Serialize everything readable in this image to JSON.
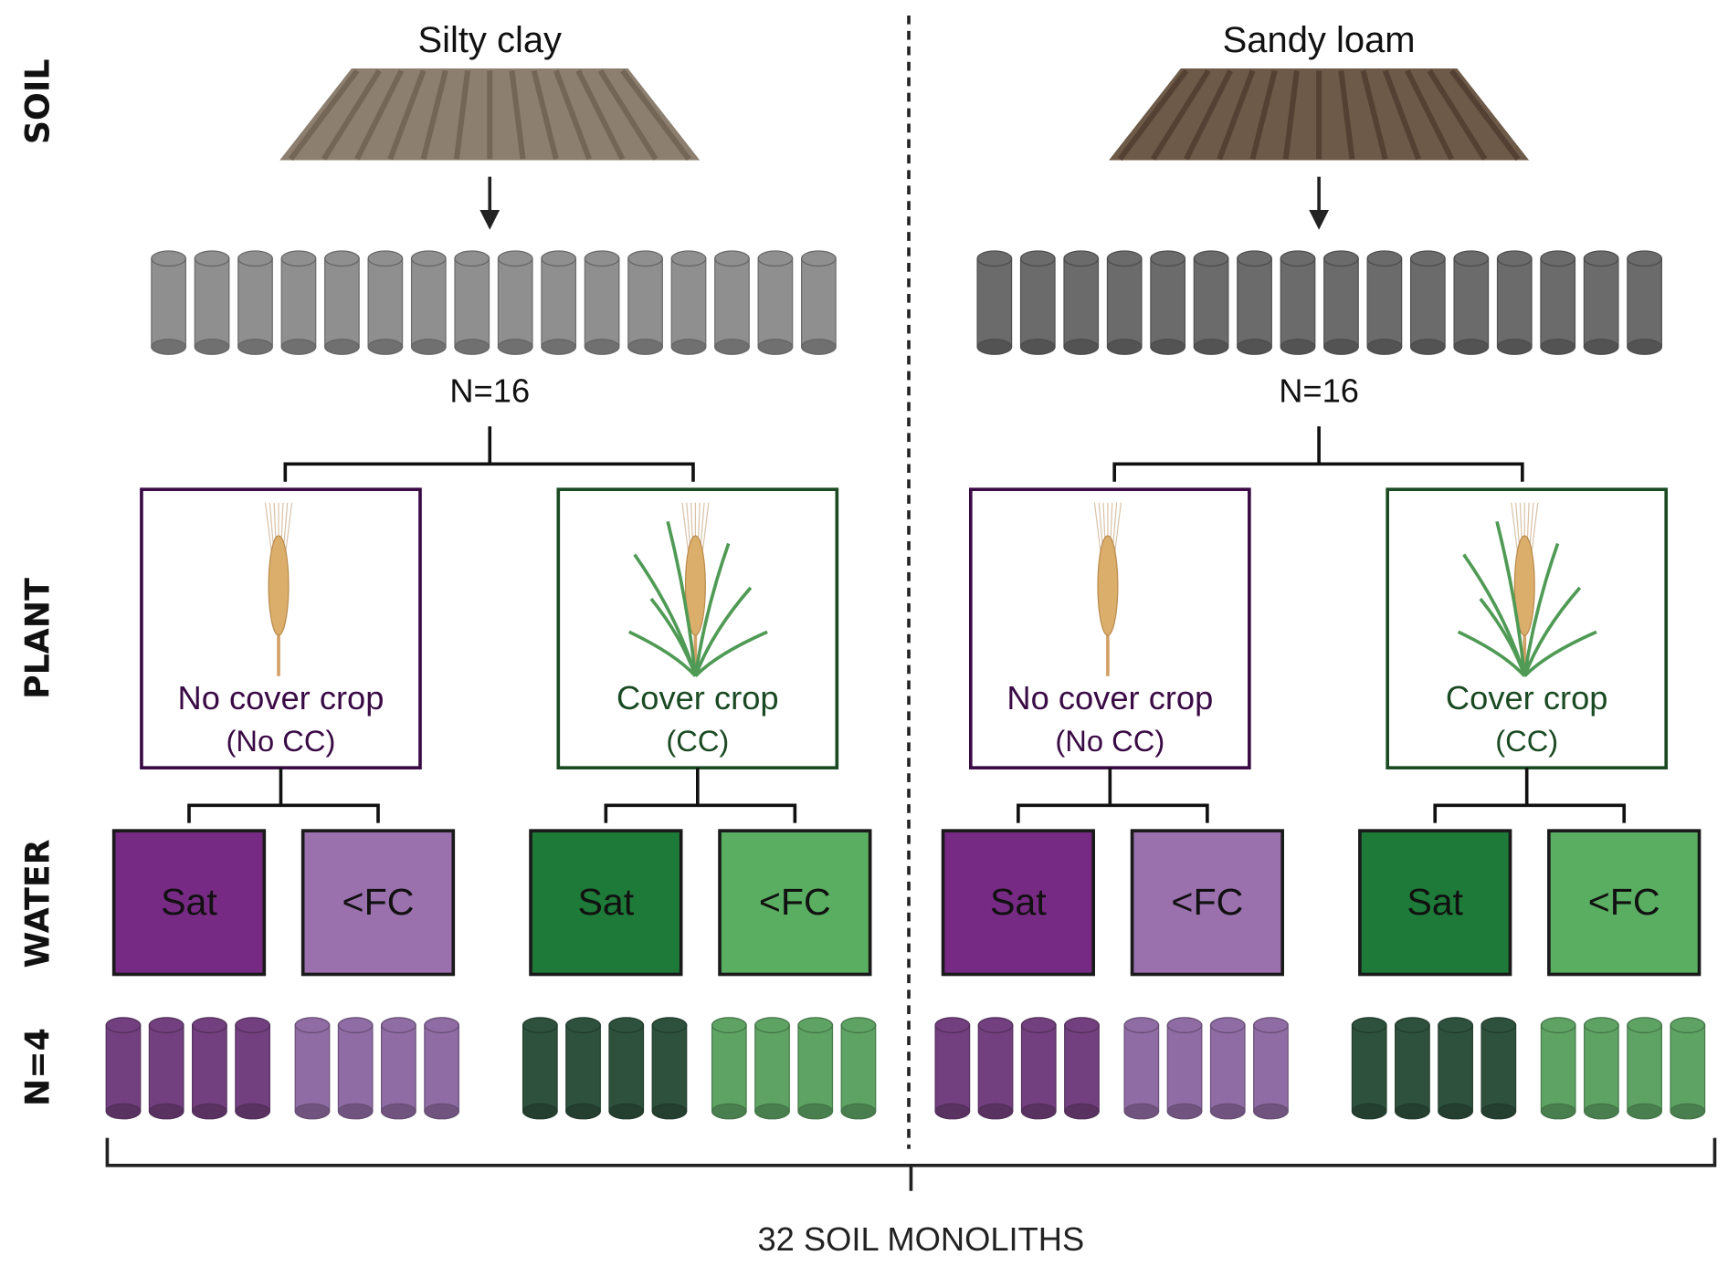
{
  "row_labels": {
    "soil": "SOIL",
    "plant": "PLANT",
    "water": "WATER",
    "n4": "N=4"
  },
  "colors": {
    "purple_dark": "#772a83",
    "purple_light": "#9a70ad",
    "green_dark": "#1e7a38",
    "green_light": "#5aae62",
    "plant_nocc_text": "#3a0a45",
    "plant_cc_text": "#1a4a22",
    "cyl_purple_dark": "#72407e",
    "cyl_purple_light": "#8f6ca3",
    "cyl_green_dark": "#2e513d",
    "cyl_green_light": "#5ea364",
    "cyl_silty": "#8f8f8f",
    "cyl_sandy": "#6b6b6b"
  },
  "panels": [
    {
      "soil_type": "Silty clay",
      "n_label": "N=16",
      "monolith_count": 16,
      "treatments": [
        {
          "name": "No cover crop",
          "abbr": "(No CC)",
          "type": "nocc",
          "water": [
            {
              "label": "Sat",
              "n": 4
            },
            {
              "label": "<FC",
              "n": 4
            }
          ]
        },
        {
          "name": "Cover crop",
          "abbr": "(CC)",
          "type": "cc",
          "water": [
            {
              "label": "Sat",
              "n": 4
            },
            {
              "label": "<FC",
              "n": 4
            }
          ]
        }
      ]
    },
    {
      "soil_type": "Sandy loam",
      "n_label": "N=16",
      "monolith_count": 16,
      "treatments": [
        {
          "name": "No cover crop",
          "abbr": "(No CC)",
          "type": "nocc",
          "water": [
            {
              "label": "Sat",
              "n": 4
            },
            {
              "label": "<FC",
              "n": 4
            }
          ]
        },
        {
          "name": "Cover crop",
          "abbr": "(CC)",
          "type": "cc",
          "water": [
            {
              "label": "Sat",
              "n": 4
            },
            {
              "label": "<FC",
              "n": 4
            }
          ]
        }
      ]
    }
  ],
  "footer": "32 SOIL MONOLITHS"
}
